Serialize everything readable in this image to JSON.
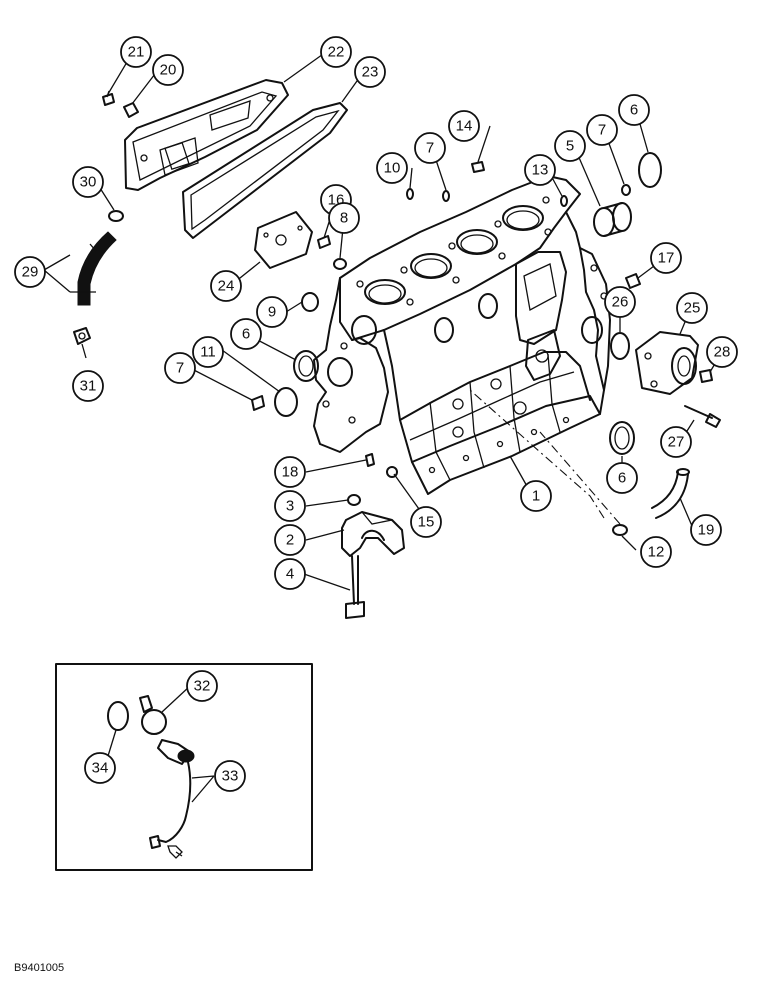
{
  "figure_code": "B9401005",
  "callouts": [
    "21",
    "20",
    "22",
    "23",
    "30",
    "29",
    "31",
    "24",
    "16",
    "8",
    "10",
    "7",
    "14",
    "13",
    "5",
    "7",
    "6",
    "17",
    "9",
    "6",
    "11",
    "7",
    "26",
    "25",
    "28",
    "27",
    "6",
    "18",
    "3",
    "2",
    "4",
    "15",
    "1",
    "19",
    "12",
    "32",
    "34",
    "33"
  ]
}
